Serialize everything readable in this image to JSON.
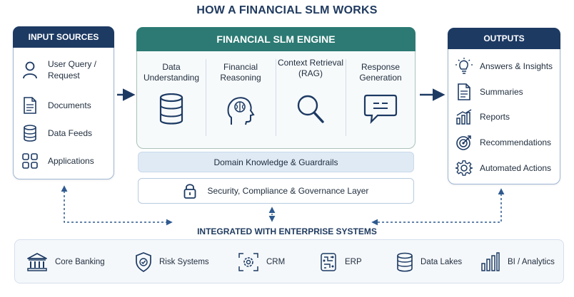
{
  "title": "HOW A FINANCIAL SLM WORKS",
  "input_panel": {
    "heading": "INPUT SOURCES",
    "items": [
      {
        "label": "User Query / Request",
        "icon": "user-icon"
      },
      {
        "label": "Documents",
        "icon": "document-icon"
      },
      {
        "label": "Data Feeds",
        "icon": "database-icon"
      },
      {
        "label": "Applications",
        "icon": "apps-grid-icon"
      }
    ]
  },
  "engine": {
    "heading": "FINANCIAL SLM ENGINE",
    "steps": [
      {
        "label": "Data Understanding",
        "icon": "database-icon"
      },
      {
        "label": "Financial Reasoning",
        "icon": "brain-head-icon"
      },
      {
        "label": "Context Retrieval (RAG)",
        "icon": "magnifier-icon"
      },
      {
        "label": "Response Generation",
        "icon": "chat-bubble-icon"
      }
    ],
    "knowledge_bar": "Domain Knowledge & Guardrails",
    "security_bar": "Security, Compliance & Governance Layer"
  },
  "output_panel": {
    "heading": "OUTPUTS",
    "items": [
      {
        "label": "Answers & Insights",
        "icon": "lightbulb-icon"
      },
      {
        "label": "Summaries",
        "icon": "document-icon"
      },
      {
        "label": "Reports",
        "icon": "bar-chart-icon"
      },
      {
        "label": "Recommendations",
        "icon": "target-icon"
      },
      {
        "label": "Automated Actions",
        "icon": "gear-icon"
      }
    ]
  },
  "enterprise": {
    "heading": "INTEGRATED WITH ENTERPRISE SYSTEMS",
    "systems": [
      {
        "label": "Core Banking",
        "icon": "bank-icon"
      },
      {
        "label": "Risk Systems",
        "icon": "shield-icon"
      },
      {
        "label": "CRM",
        "icon": "crm-gear-icon"
      },
      {
        "label": "ERP",
        "icon": "circuit-icon"
      },
      {
        "label": "Data Lakes",
        "icon": "database-icon"
      },
      {
        "label": "BI / Analytics",
        "icon": "bar-chart-icon"
      }
    ]
  },
  "colors": {
    "navy": "#1d3a63",
    "teal": "#2c7a73",
    "light_blue": "#dfeaf5",
    "accent_orange": "#e08a2a"
  }
}
